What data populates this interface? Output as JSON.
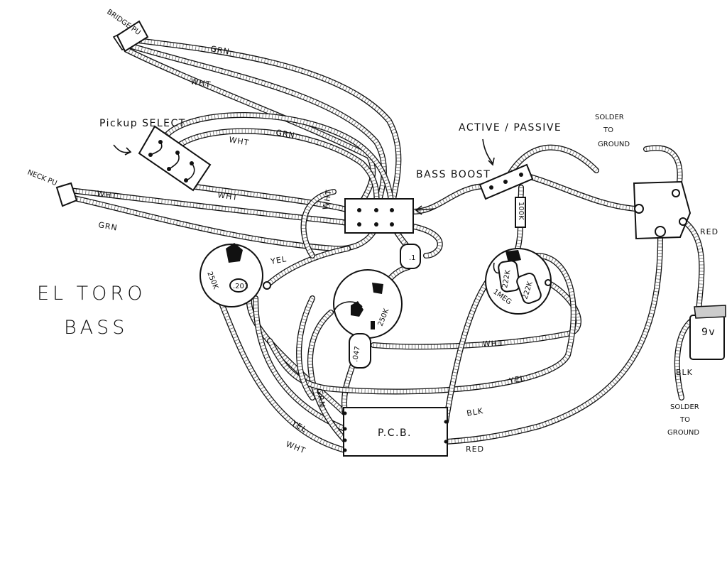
{
  "title_line1": "EL TORO",
  "title_line2": "BASS",
  "components": {
    "bridge_pickup": "BRIDGE PU",
    "neck_pickup": "NECK PU",
    "pickup_select": "Pickup SELECT",
    "bass_boost": "BASS BOOST",
    "active_passive": "ACTIVE / PASSIVE",
    "solder_ground_top": [
      "SOLDER",
      "TO",
      "GROUND"
    ],
    "solder_ground_bottom": [
      "SOLDER",
      "TO",
      "GROUND"
    ],
    "pcb": "P.C.B.",
    "battery": "9v",
    "pot1": "250K",
    "pot2": "250K",
    "pot3": "1MEG",
    "cap_201": ".201",
    "cap_047": ".047",
    "cap_1": ".1",
    "res_100k": "100K",
    "res_222k_a": "222K",
    "res_222k_b": "222K"
  },
  "wire_labels": {
    "grn_bridge": "GRN",
    "wht_bridge": "WHT",
    "wht_select": "WHT",
    "grn_select": "GRN",
    "wht_select_low": "WHT",
    "wht_neck": "WHT",
    "grn_neck": "GRN",
    "wht_boost": "WHT",
    "yel_pot": "YEL",
    "wht_center": "WHT",
    "yel_center": "YEL",
    "grn_pcb": "GRN",
    "yel_pcb": "YEL",
    "wht_pcb": "WHT",
    "blk_pcb": "BLK",
    "red_pcb": "RED",
    "red_jack": "RED",
    "blk_battery": "BLK"
  }
}
